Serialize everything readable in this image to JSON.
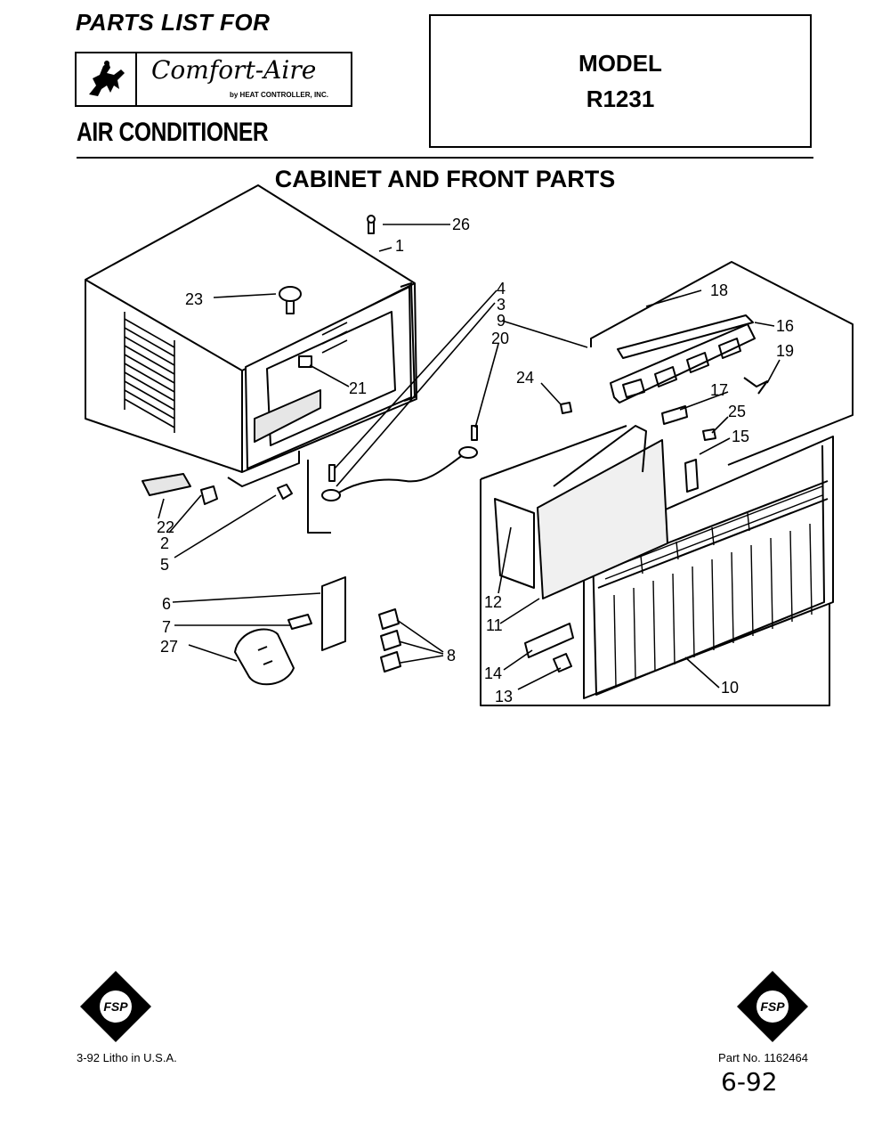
{
  "header": {
    "title": "PARTS LIST FOR",
    "logo_brand": "Comfort-Aire",
    "logo_tagline": "by HEAT CONTROLLER, INC.",
    "product": "AIR CONDITIONER"
  },
  "model": {
    "label": "MODEL",
    "number": "R1231"
  },
  "section_title": "CABINET AND FRONT PARTS",
  "callouts": {
    "c1": "1",
    "c2": "2",
    "c3": "3",
    "c4": "4",
    "c5": "5",
    "c6": "6",
    "c7": "7",
    "c8": "8",
    "c9": "9",
    "c10": "10",
    "c11": "11",
    "c12": "12",
    "c13": "13",
    "c14": "14",
    "c15": "15",
    "c16": "16",
    "c17": "17",
    "c18": "18",
    "c19": "19",
    "c20": "20",
    "c21": "21",
    "c22": "22",
    "c23": "23",
    "c24": "24",
    "c25": "25",
    "c26": "26",
    "c27": "27"
  },
  "footer": {
    "badge_text": "FSP",
    "left_text": "3-92 Litho in U.S.A.",
    "part_no": "Part No. 1162464",
    "handwritten": "6-92"
  },
  "icons": {
    "logo_mark": "horse-rider-icon",
    "badge": "fsp-diamond-icon"
  }
}
